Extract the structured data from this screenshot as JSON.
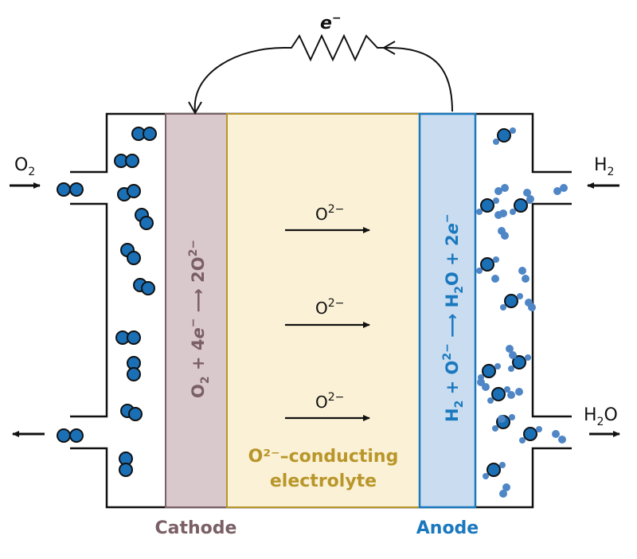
{
  "circuit": {
    "electron_label": "e",
    "electron_sup": "−"
  },
  "inlets": {
    "o2_base": "O",
    "o2_sub": "2",
    "h2_base": "H",
    "h2_sub": "2",
    "h2o_base": "H",
    "h2o_sub": "2",
    "h2o_tail": "O"
  },
  "cathode": {
    "name": "Cathode",
    "reaction_parts": [
      "O",
      "2",
      " + 4",
      "e",
      "−",
      "  ⟶  2O",
      "2−"
    ]
  },
  "anode": {
    "name": "Anode",
    "reaction_parts": [
      "H",
      "2",
      " + O",
      "2−",
      "  ⟶  H",
      "2",
      "O + 2",
      "e",
      "−"
    ]
  },
  "electrolyte": {
    "ion_base": "O",
    "ion_sup": "2−",
    "label_line1": "O²⁻–conducting",
    "label_line2": "electrolyte"
  },
  "colors": {
    "cathode_fill": "#d9c8cc",
    "cathode_stroke": "#7a5f66",
    "anode_fill": "#c9dcf0",
    "anode_stroke": "#1a78be",
    "electrolyte_fill": "#fbf1d6",
    "electrolyte_stroke": "#b8962a",
    "o2_molecule": "#1a6fb5",
    "h_atom": "#4f86c6"
  }
}
